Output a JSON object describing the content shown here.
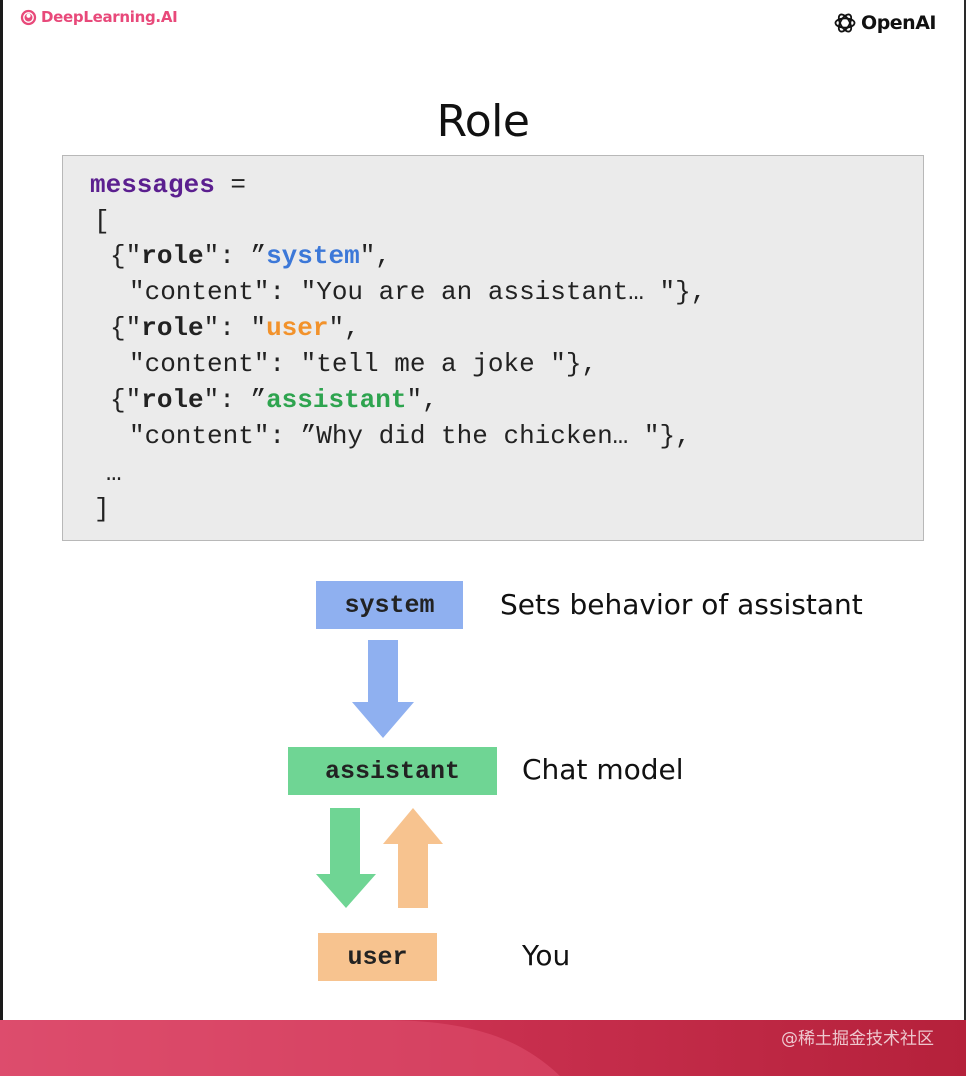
{
  "header": {
    "left_logo_text": "DeepLearning.AI",
    "right_logo_text": "OpenAI",
    "left_logo_icon": "deeplearning-ai-logo",
    "right_logo_icon": "openai-logo"
  },
  "title": "Role",
  "code": {
    "var_name": "messages",
    "assign": " =",
    "open_bracket": "[",
    "close_bracket": "]",
    "ellipsis": "…",
    "lines": [
      {
        "prefix": "{\"",
        "key": "role",
        "mid": "\": ”",
        "role": "system",
        "suffix": "\","
      },
      {
        "content": "\"content\": \"You are an assistant… \"},"
      },
      {
        "prefix": "{\"",
        "key": "role",
        "mid": "\": \"",
        "role": "user",
        "suffix": "\","
      },
      {
        "content": "\"content\": \"tell me a joke \"},"
      },
      {
        "prefix": "{\"",
        "key": "role",
        "mid": "\": ”",
        "role": "assistant",
        "suffix": "\","
      },
      {
        "content": "\"content\": ”Why did the chicken… \"},"
      }
    ]
  },
  "diagram": {
    "system": {
      "label": "system",
      "description": "Sets behavior of assistant"
    },
    "assistant": {
      "label": "assistant",
      "description": "Chat model"
    },
    "user": {
      "label": "user",
      "description": "You"
    }
  },
  "colors": {
    "system": "#8fb0f0",
    "assistant": "#6fd594",
    "user": "#f7c38f",
    "system_text": "#3c78d8",
    "user_text": "#f2922b",
    "assistant_text": "#2ea44f",
    "brand_pink": "#e8497a"
  },
  "watermark": "@稀土掘金技术社区"
}
